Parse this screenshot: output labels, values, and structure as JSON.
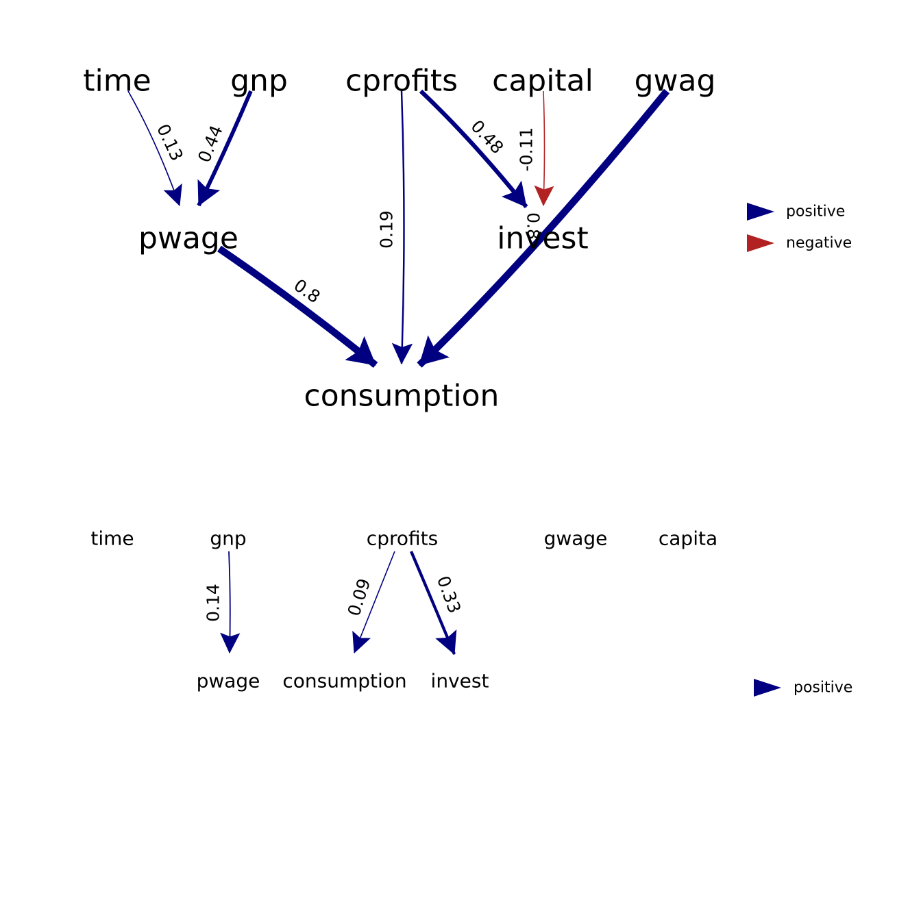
{
  "colors": {
    "positive": "#000080",
    "negative": "#b22222"
  },
  "diagrams": [
    {
      "nodes": [
        {
          "id": "time",
          "label": "time"
        },
        {
          "id": "gnp",
          "label": "gnp"
        },
        {
          "id": "cprofits",
          "label": "cprofits"
        },
        {
          "id": "capital",
          "label": "capital"
        },
        {
          "id": "gwage",
          "label": "gwag"
        },
        {
          "id": "pwage",
          "label": "pwage"
        },
        {
          "id": "invest",
          "label": "invest"
        },
        {
          "id": "consumption",
          "label": "consumption"
        }
      ],
      "edges": [
        {
          "from": "time",
          "to": "pwage",
          "label": "0.13",
          "value": 0.13,
          "sign": "positive"
        },
        {
          "from": "gnp",
          "to": "pwage",
          "label": "0.44",
          "value": 0.44,
          "sign": "positive"
        },
        {
          "from": "cprofits",
          "to": "consumption",
          "label": "0.19",
          "value": 0.19,
          "sign": "positive"
        },
        {
          "from": "cprofits",
          "to": "invest",
          "label": "0.48",
          "value": 0.48,
          "sign": "positive"
        },
        {
          "from": "capital",
          "to": "invest",
          "label": "-0.11",
          "value": -0.11,
          "sign": "negative"
        },
        {
          "from": "gwage",
          "to": "consumption",
          "label": "0.8",
          "value": 0.8,
          "sign": "positive"
        },
        {
          "from": "pwage",
          "to": "consumption",
          "label": "0.8",
          "value": 0.8,
          "sign": "positive"
        }
      ],
      "legend": [
        {
          "sign": "positive",
          "label": "positive"
        },
        {
          "sign": "negative",
          "label": "negative"
        }
      ]
    },
    {
      "nodes": [
        {
          "id": "time",
          "label": "time"
        },
        {
          "id": "gnp",
          "label": "gnp"
        },
        {
          "id": "cprofits",
          "label": "cprofits"
        },
        {
          "id": "gwage",
          "label": "gwage"
        },
        {
          "id": "capital",
          "label": "capita"
        },
        {
          "id": "pwage",
          "label": "pwage"
        },
        {
          "id": "consumption",
          "label": "consumption"
        },
        {
          "id": "invest",
          "label": "invest"
        }
      ],
      "edges": [
        {
          "from": "gnp",
          "to": "pwage",
          "label": "0.14",
          "value": 0.14,
          "sign": "positive"
        },
        {
          "from": "cprofits",
          "to": "consumption",
          "label": "0.09",
          "value": 0.09,
          "sign": "positive"
        },
        {
          "from": "cprofits",
          "to": "invest",
          "label": "0.33",
          "value": 0.33,
          "sign": "positive"
        }
      ],
      "legend": [
        {
          "sign": "positive",
          "label": "positive"
        }
      ]
    }
  ]
}
